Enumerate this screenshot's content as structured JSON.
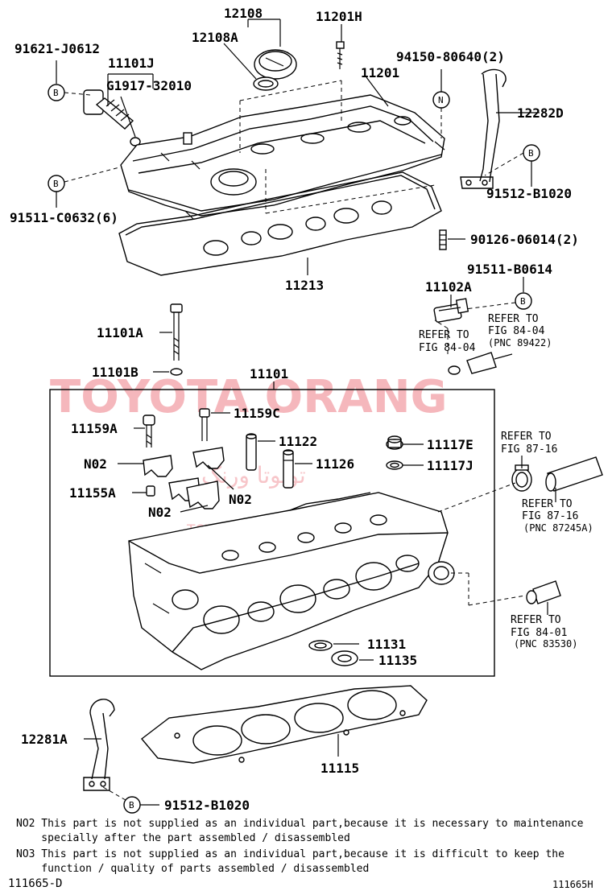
{
  "watermark": {
    "main": "TOYOTA ORANG",
    "sub": "TOYOTAORANG",
    "arabic": "تويوتا ورنگ"
  },
  "part_labels": [
    {
      "id": "p12108",
      "text": "12108"
    },
    {
      "id": "p12108A",
      "text": "12108A"
    },
    {
      "id": "p11201H",
      "text": "11201H"
    },
    {
      "id": "p91621",
      "text": "91621-J0612"
    },
    {
      "id": "p11101J",
      "text": "11101J"
    },
    {
      "id": "pG1917",
      "text": "G1917-32010"
    },
    {
      "id": "p94150",
      "text": "94150-80640(2)"
    },
    {
      "id": "p11201",
      "text": "11201"
    },
    {
      "id": "p12282D",
      "text": "12282D"
    },
    {
      "id": "p91512a",
      "text": "91512-B1020"
    },
    {
      "id": "p91511c",
      "text": "91511-C0632(6)"
    },
    {
      "id": "p90126",
      "text": "90126-06014(2)"
    },
    {
      "id": "p11213",
      "text": "11213"
    },
    {
      "id": "p91511b",
      "text": "91511-B0614"
    },
    {
      "id": "p11102A",
      "text": "11102A"
    },
    {
      "id": "p11101A",
      "text": "11101A"
    },
    {
      "id": "p11101B",
      "text": "11101B"
    },
    {
      "id": "p11101",
      "text": "11101"
    },
    {
      "id": "p11159A",
      "text": "11159A"
    },
    {
      "id": "p11159C",
      "text": "11159C"
    },
    {
      "id": "p11122",
      "text": "11122"
    },
    {
      "id": "p11117E",
      "text": "11117E"
    },
    {
      "id": "pN02a",
      "text": "N02"
    },
    {
      "id": "p11126",
      "text": "11126"
    },
    {
      "id": "p11117J",
      "text": "11117J"
    },
    {
      "id": "p11155A",
      "text": "11155A"
    },
    {
      "id": "pN02b",
      "text": "N02"
    },
    {
      "id": "pN02c",
      "text": "N02"
    },
    {
      "id": "p11131",
      "text": "11131"
    },
    {
      "id": "p11135",
      "text": "11135"
    },
    {
      "id": "p12281A",
      "text": "12281A"
    },
    {
      "id": "p11115",
      "text": "11115"
    },
    {
      "id": "p91512b",
      "text": "91512-B1020"
    }
  ],
  "circle_markers": [
    {
      "id": "cB1",
      "text": "B"
    },
    {
      "id": "cB2",
      "text": "B"
    },
    {
      "id": "cN",
      "text": "N"
    },
    {
      "id": "cB3",
      "text": "B"
    },
    {
      "id": "cB4",
      "text": "B"
    },
    {
      "id": "cB5",
      "text": "B"
    }
  ],
  "references": {
    "r1": {
      "line1": "REFER TO",
      "line2": "FIG 84-04",
      "line3": "(PNC 89422)"
    },
    "r2": {
      "line1": "REFER TO",
      "line2": "FIG 84-04"
    },
    "r3": {
      "line1": "REFER TO",
      "line2": "FIG 87-16"
    },
    "r4": {
      "line1": "REFER TO",
      "line2": "FIG 87-16",
      "line3": "(PNC 87245A)"
    },
    "r5": {
      "line1": "REFER TO",
      "line2": "FIG 84-01",
      "line3": "(PNC 83530)"
    }
  },
  "notes": {
    "n02_line1": "NO2 This part is not supplied as an individual part,because it is necessary to maintenance",
    "n02_line2": "    specially after the part assembled / disassembled",
    "n03_line1": "NO3 This part is not supplied as an individual part,because it is difficult to keep the",
    "n03_line2": "    function / quality of parts assembled / disassembled"
  },
  "footer": {
    "left": "111665-D",
    "right": "111665H"
  }
}
